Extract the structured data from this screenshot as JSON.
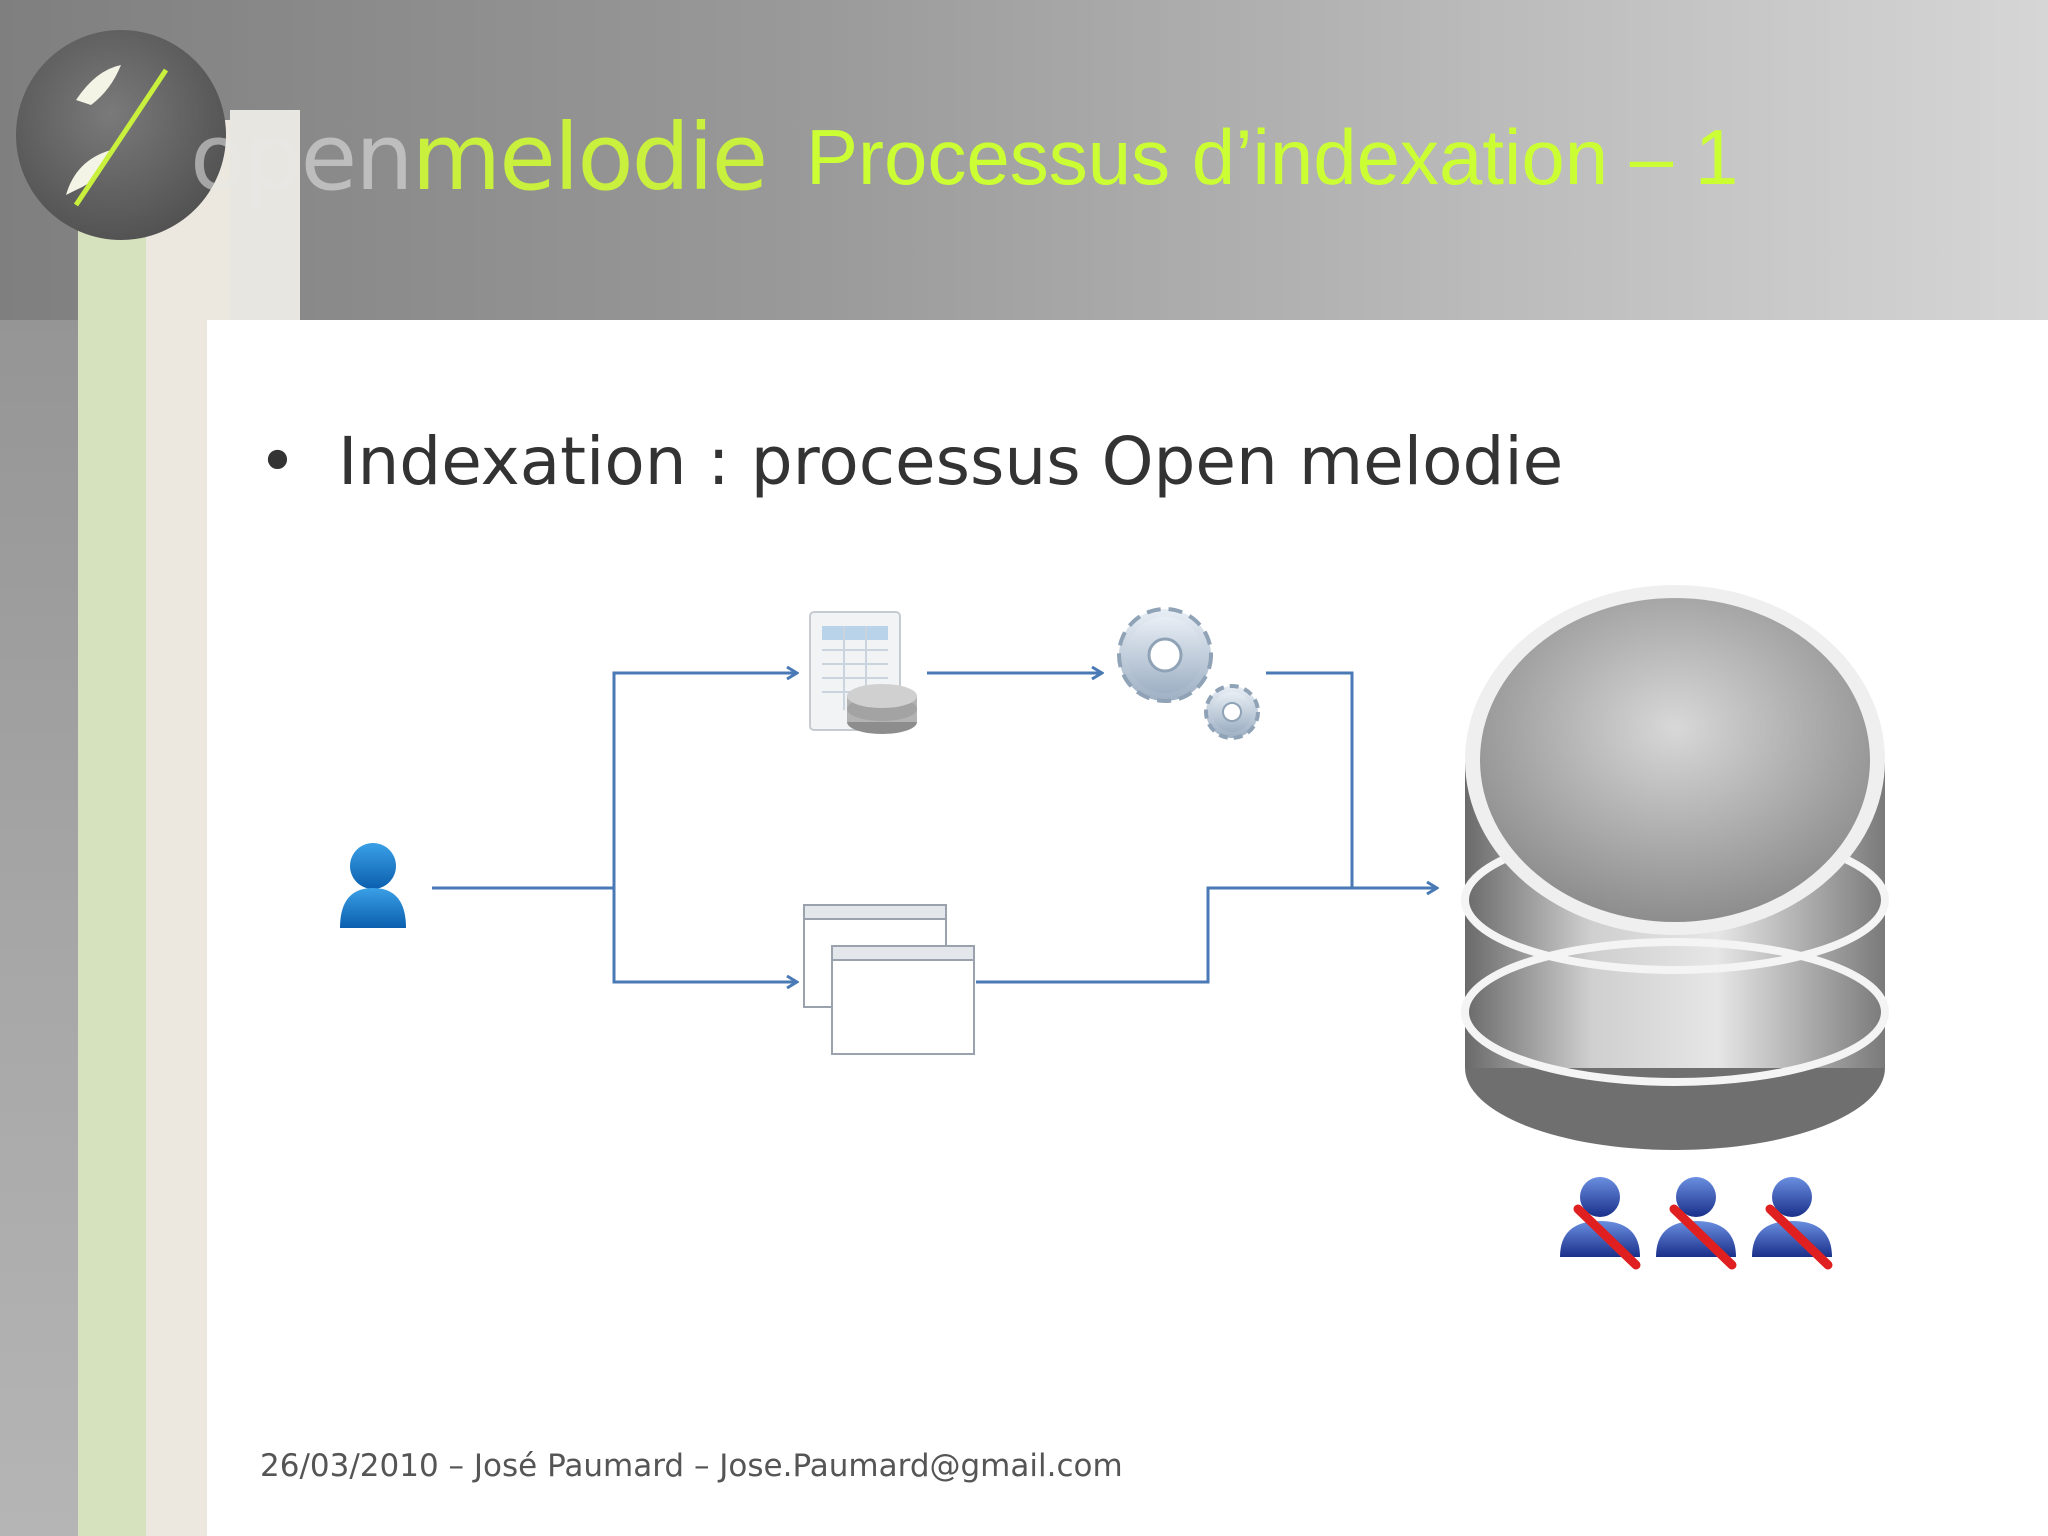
{
  "header": {
    "logo_open": "open",
    "logo_melodie": "melodie",
    "title": "Processus d’indexation – 1"
  },
  "content": {
    "bullet": "•",
    "text": "Indexation : processus Open melodie"
  },
  "diagram": {
    "nodes": [
      {
        "id": "user",
        "icon": "user-icon"
      },
      {
        "id": "table-db",
        "icon": "table-database-icon"
      },
      {
        "id": "gears",
        "icon": "gears-icon"
      },
      {
        "id": "windows",
        "icon": "windows-icon"
      },
      {
        "id": "database",
        "icon": "database-icon"
      },
      {
        "id": "admins",
        "icon": "admin-users-icon"
      }
    ],
    "connector_color": "#4a7ab5"
  },
  "footer": {
    "text": "26/03/2010 – José Paumard – Jose.Paumard@gmail.com"
  }
}
